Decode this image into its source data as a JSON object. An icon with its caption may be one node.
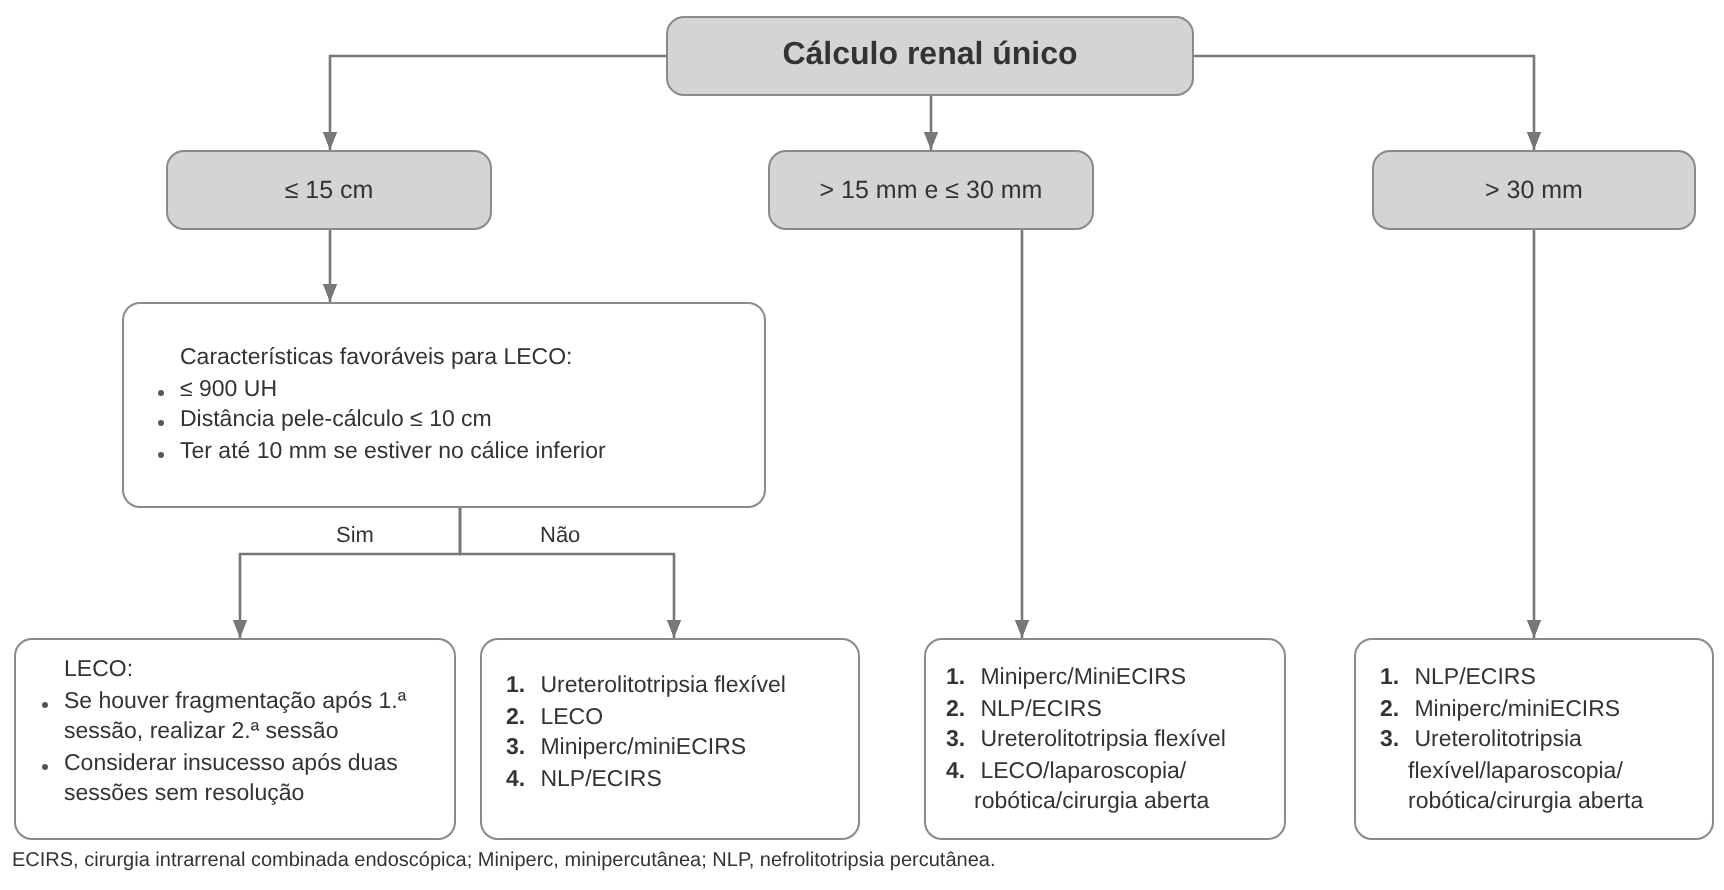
{
  "diagram": {
    "caption": "ECIRS, cirurgia intrarrenal combinada endoscópica; Miniperc, minipercutânea; NLP, nefrolitotripsia percutânea.",
    "nodes": [
      {
        "text": [
          "Cálculo renal único"
        ]
      },
      {
        "text": [
          "≤ 15 cm"
        ]
      },
      {
        "text": [
          "> 15 mm e ≤ 30 mm"
        ]
      },
      {
        "text": [
          "> 30 mm"
        ]
      },
      {
        "text": [
          "Características favoráveis para LECO:",
          "≤ 900 UH",
          "Distância pele-cálculo ≤ 10 cm",
          "Ter até 10 mm se estiver no cálice inferior"
        ]
      },
      {
        "text": [
          "LECO:",
          "Se houver fragmentação após 1.ª sessão, realizar 2.ª sessão",
          "Considerar insucesso após duas sessões sem resolução"
        ]
      },
      {
        "text": [
          "**1.** Ureterolitotripsia flexível",
          "**2.** LECO",
          "**3.** Miniperc/miniECIRS",
          "**4.** NLP/ECIRS"
        ]
      },
      {
        "text": [
          "**1.** Miniperc/MiniECIRS",
          "**2.** NLP/ECIRS",
          "**3.** Ureterolitotripsia flexível",
          "**4.** LECO/laparoscopia/ robótica/cirurgia aberta"
        ]
      },
      {
        "text": [
          "**1.** NLP/ECIRS",
          "**2.** Miniperc/miniECIRS",
          "**3.** Ureterolitotripsia flexível/laparoscopia/ robótica/cirurgia aberta"
        ]
      }
    ],
    "edges": [
      {
        "from": 0,
        "to": 1,
        "arrow": "to"
      },
      {
        "from": 0,
        "to": 2,
        "arrow": "to"
      },
      {
        "from": 0,
        "to": 3,
        "arrow": "to"
      },
      {
        "from": 1,
        "to": 4,
        "arrow": "to"
      },
      {
        "from": 2,
        "to": 7,
        "arrow": "to"
      },
      {
        "from": 3,
        "to": 8,
        "arrow": "to"
      },
      {
        "from": 4,
        "to": 5,
        "arrow": "to",
        "label": "Sim"
      },
      {
        "from": 4,
        "to": 6,
        "arrow": "to",
        "label": "Não"
      }
    ]
  }
}
